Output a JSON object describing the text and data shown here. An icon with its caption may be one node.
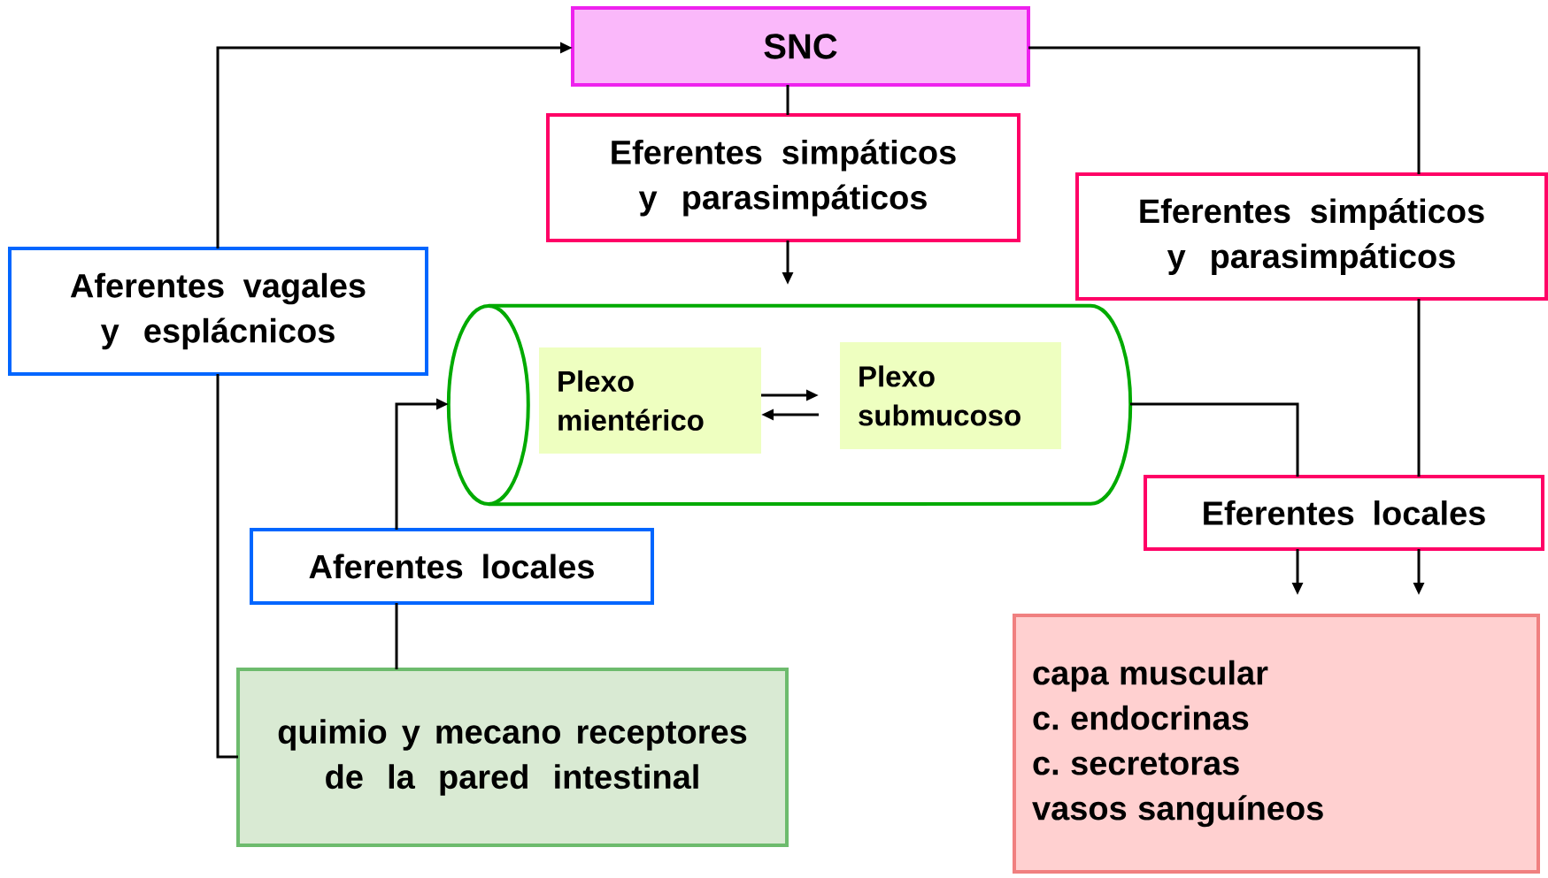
{
  "diagram": {
    "nodes": [
      {
        "text": [
          "SNC"
        ]
      },
      {
        "text": [
          "Eferentes simpáticos y parasimpáticos"
        ]
      },
      {
        "text": [
          "Eferentes simpáticos y parasimpáticos"
        ]
      },
      {
        "text": [
          "Aferentes vagales y esplácnicos"
        ]
      },
      {
        "text": [],
        "shape": "cylinder"
      },
      {
        "text": [
          "Plexo mientérico"
        ],
        "in": 4
      },
      {
        "text": [
          "Plexo submucoso"
        ],
        "in": 4
      },
      {
        "text": [
          "Eferentes locales"
        ]
      },
      {
        "text": [
          "Aferentes locales"
        ]
      },
      {
        "text": [
          "quimio y mecano receptores de la pared intestinal"
        ]
      },
      {
        "text": [
          "capa muscular",
          "c. endocrinas",
          "c. secretoras",
          "vasos sanguíneos"
        ]
      }
    ],
    "edges": [
      {
        "from": 3,
        "to": 0,
        "arrow": "to"
      },
      {
        "from": 9,
        "to": 3,
        "arrow": "none"
      },
      {
        "from": 9,
        "to": 8,
        "arrow": "none"
      },
      {
        "from": 8,
        "to": 4,
        "arrow": "to"
      },
      {
        "from": 0,
        "to": 1,
        "arrow": "none"
      },
      {
        "from": 1,
        "to": 4,
        "arrow": "to"
      },
      {
        "from": 0,
        "to": 2,
        "arrow": "none"
      },
      {
        "from": 2,
        "to": 7,
        "arrow": "none"
      },
      {
        "from": 4,
        "to": 7,
        "arrow": "none"
      },
      {
        "from": 7,
        "to": 10,
        "arrow": "to"
      },
      {
        "from": 7,
        "to": 10,
        "arrow": "to"
      },
      {
        "from": 5,
        "to": 6,
        "arrow": "to"
      },
      {
        "from": 6,
        "to": 5,
        "arrow": "to"
      }
    ]
  }
}
